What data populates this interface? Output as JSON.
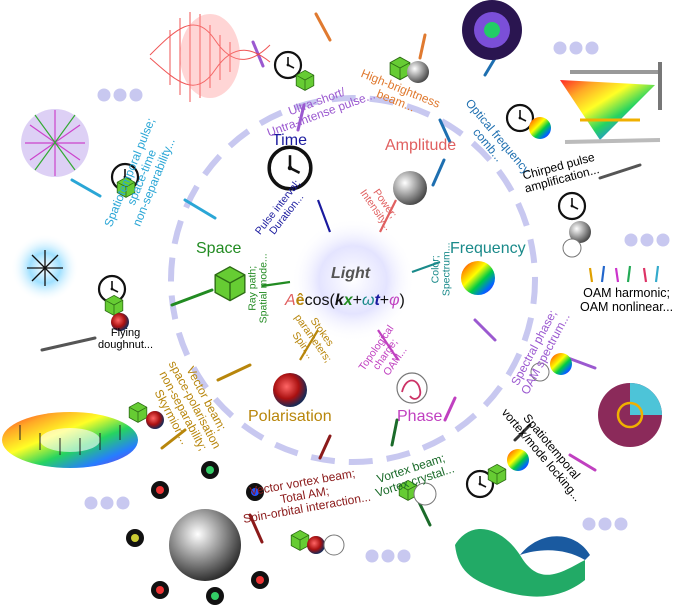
{
  "center": {
    "title": "Light",
    "formula_prefix": "A",
    "formula_vec": "ê",
    "formula_cos": "cos(",
    "formula_k": "k",
    "formula_x": "x",
    "formula_plus1": "+",
    "formula_omega": "ω",
    "formula_t": "t",
    "formula_plus2": "+",
    "formula_phi": "φ",
    "formula_close": ")"
  },
  "dimensions": {
    "time": {
      "label": "Time",
      "sub": [
        "Pulse interval;",
        "Duration..."
      ],
      "color": "#1a1a9e"
    },
    "amplitude": {
      "label": "Amplitude",
      "sub": [
        "Power;",
        "Intensity..."
      ],
      "color": "#e06060"
    },
    "frequency": {
      "label": "Frequency",
      "sub": [
        "Color;",
        "Spectrum..."
      ],
      "color": "#1a8a8a"
    },
    "phase": {
      "label": "Phase",
      "sub": [
        "Topological",
        "charge;",
        "OAM..."
      ],
      "color": "#c040c0"
    },
    "polarisation": {
      "label": "Polarisation",
      "sub": [
        "Stokes",
        "parameters;",
        "Spin..."
      ],
      "color": "#b8860b"
    },
    "space": {
      "label": "Space",
      "sub": [
        "Ray path;",
        "Spatial mode..."
      ],
      "color": "#228b22"
    }
  },
  "outer": {
    "ultrashort": {
      "lines": [
        "Ultra-short/",
        "Untra-intense pulse..."
      ],
      "color": "#9b59d0"
    },
    "brightness": {
      "lines": [
        "High-brightness",
        "beam..."
      ],
      "color": "#e07a30"
    },
    "comb": {
      "lines": [
        "Optical frequency",
        "comb..."
      ],
      "color": "#1e6fb0"
    },
    "chirped": {
      "lines": [
        "Chirped pulse",
        "amplification..."
      ],
      "color": "#000000"
    },
    "oam_harmonic": {
      "lines": [
        "OAM harmonic;",
        "OAM nonlinear..."
      ],
      "color": "#000000"
    },
    "spectral": {
      "lines": [
        "Spectral phase;",
        "OAM spectrum..."
      ],
      "color": "#9b59d0"
    },
    "spatiotemporal_vortex": {
      "lines": [
        "Spatiotemporal",
        "vortex/mode locking..."
      ],
      "color": "#000000"
    },
    "vortex_beam": {
      "lines": [
        "Vortex beam;",
        "Vortex crystal..."
      ],
      "color": "#1b6b2a"
    },
    "vector_vortex": {
      "lines": [
        "Vector vortex beam;",
        "Total AM;",
        "Spin-orbital interaction..."
      ],
      "color": "#8b1a1a"
    },
    "vector_beam": {
      "lines": [
        "Vector beam;",
        "space-polarisation",
        "non-separability;",
        "Skyrmion..."
      ],
      "color": "#b8860b"
    },
    "flying": {
      "lines": [
        "Flying",
        "doughnut..."
      ],
      "color": "#000000"
    },
    "spatiotemporal_pulse": {
      "lines": [
        "Spatiotemporal pulse;",
        "space-time",
        "non-separability..."
      ],
      "color": "#2aa6d6"
    }
  },
  "colors": {
    "ring": "#c8c8f0",
    "dots": "#c8c8f0",
    "cube": "#66cc33",
    "glow": "#dcdcff"
  }
}
